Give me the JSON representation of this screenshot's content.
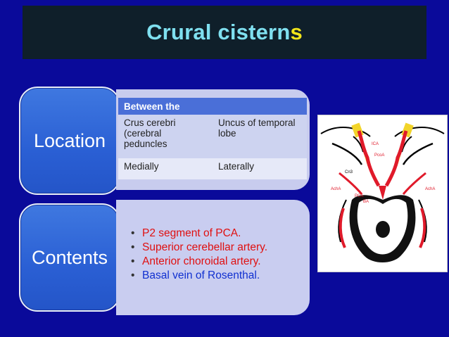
{
  "title": {
    "main": "Crural cistern",
    "accent": "s"
  },
  "labels": {
    "location": "Location",
    "contents": "Contents"
  },
  "location_table": {
    "header": "Between the",
    "rows": [
      [
        "Crus cerebri (cerebral peduncles",
        "Uncus of temporal lobe"
      ],
      [
        "Medially",
        "Laterally"
      ]
    ]
  },
  "contents_list": [
    {
      "text": "P2 segment of PCA.",
      "color": "#e01010"
    },
    {
      "text": "Superior cerebellar artery.",
      "color": "#e01010"
    },
    {
      "text": "Anterior choroidal artery.",
      "color": "#e01010"
    },
    {
      "text": "Basal vein of Rosenthal.",
      "color": "#1030d0"
    }
  ],
  "figure_labels": {
    "ica": "ICA",
    "pcoa": "PcoA",
    "cn3": "Cn3",
    "acha_left": "AchA",
    "pca": "PCA",
    "ba": "BA",
    "acha_right": "AchA"
  },
  "colors": {
    "background": "#0a0a9a",
    "title": "#7fe0f0",
    "accent": "#f2e51a"
  }
}
